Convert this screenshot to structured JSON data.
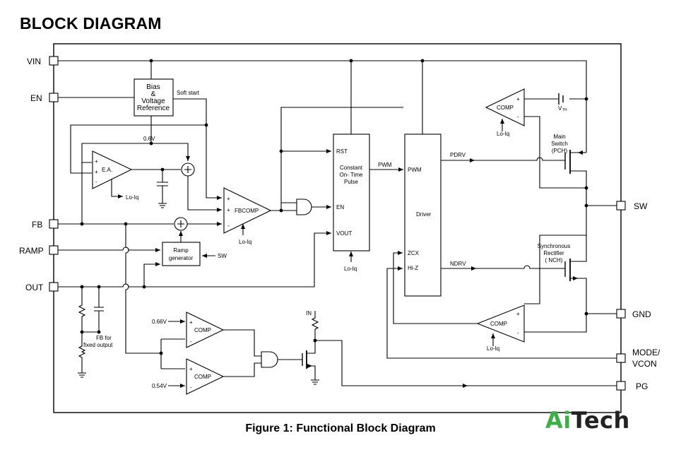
{
  "title": "BLOCK DIAGRAM",
  "caption": "Figure 1: Functional Block Diagram",
  "logo": {
    "part1": "Ai",
    "part2": "Tech",
    "color_ai": "#3fae49",
    "color_tech": "#222222"
  },
  "pins": {
    "vin": "VIN",
    "en": "EN",
    "fb": "FB",
    "ramp": "RAMP",
    "out": "OUT",
    "sw": "SW",
    "gnd": "GND",
    "mode1": "MODE/",
    "mode2": "VCON",
    "pg": "PG"
  },
  "blocks": {
    "bias": [
      "Bias",
      "&",
      "Voltage",
      "Reference"
    ],
    "soft_start": "Soft start",
    "v06": "0.6V",
    "ea": "E.A.",
    "lo_iq": "Lo-Iq",
    "fbcomp": "FBCOMP",
    "ramp_gen": [
      "Ramp",
      "generator"
    ],
    "ramp_sw": "SW",
    "cot": [
      "Constant",
      "On- Time",
      "Pulse"
    ],
    "rst": "RST",
    "en_in": "EN",
    "vout": "VOUT",
    "pwm_wire": "PWM",
    "pwm_in": "PWM",
    "driver": "Driver",
    "zcx": "ZCX",
    "hiz": "Hi-Z",
    "pdrv": "PDRV",
    "ndrv": "NDRV",
    "comp": "COMP",
    "vth": "V",
    "vth_sub": "TH",
    "main_switch": [
      "Main",
      "Switch",
      "(PCH)"
    ],
    "sync_rect": [
      "Synchronous",
      "Rectifier",
      "( NCH)"
    ],
    "fb_fixed": [
      "FB for",
      "fixed output"
    ],
    "v066": "0.66V",
    "v054": "0.54V",
    "in_label": "IN",
    "plus": "+",
    "minus": "-"
  }
}
